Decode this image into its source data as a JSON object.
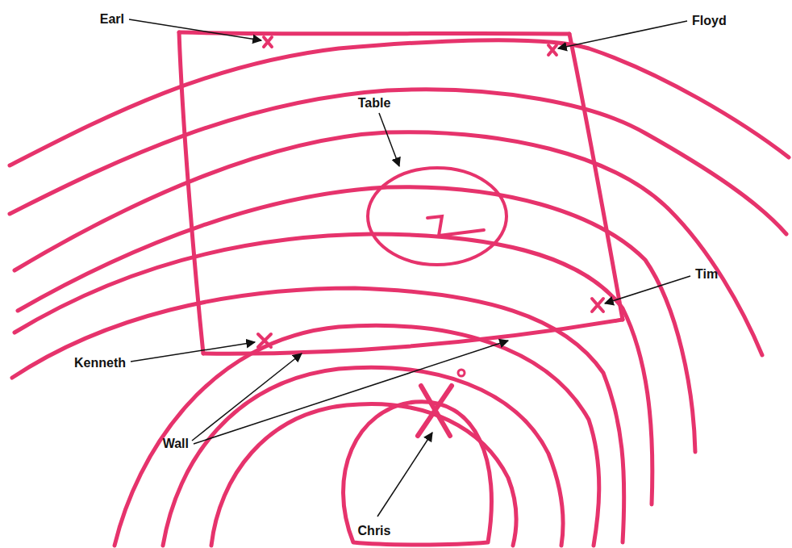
{
  "diagram": {
    "labels": [
      "Earl",
      "Floyd",
      "Table",
      "Tim",
      "Kenneth",
      "Wall",
      "Chris"
    ]
  }
}
